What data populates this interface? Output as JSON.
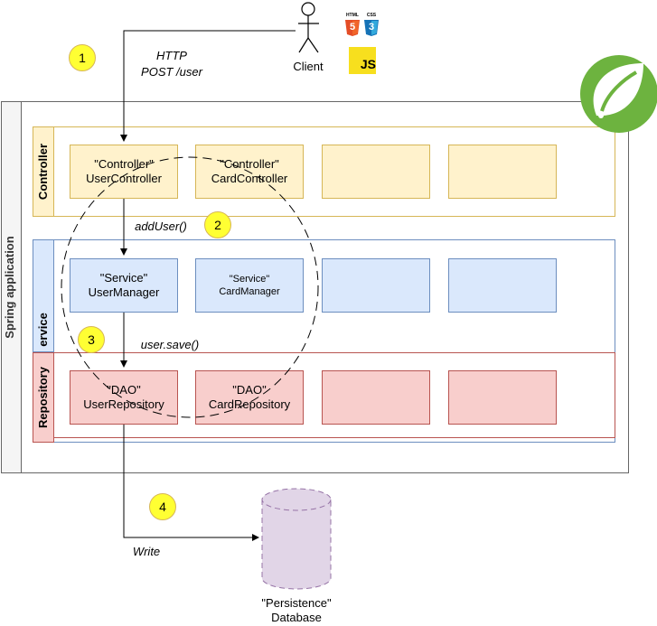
{
  "spring_app": {
    "label": "Spring application"
  },
  "layers": {
    "controller": "Controller",
    "service": "ervice",
    "repository": "Repository"
  },
  "client": {
    "label": "Client"
  },
  "tech_icons": {
    "html5": "HTML",
    "css3": "CSS",
    "js": "JS",
    "html5_num": "5",
    "css3_num": "3"
  },
  "steps": [
    "1",
    "2",
    "3",
    "4"
  ],
  "labels": {
    "http": "HTTP",
    "post": "POST /user",
    "add_user": "addUser()",
    "user_save": "user.save()",
    "write": "Write"
  },
  "controllers": [
    {
      "stereotype": "\"Controller\"",
      "name": "UserController"
    },
    {
      "stereotype": "\"Controller\"",
      "name": "CardController"
    }
  ],
  "services": [
    {
      "stereotype": "\"Service\"",
      "name": "UserManager"
    },
    {
      "stereotype": "\"Service\"",
      "name": "CardManager"
    }
  ],
  "repositories": [
    {
      "stereotype": "\"DAO\"",
      "name": "UserRepository"
    },
    {
      "stereotype": "\"DAO\"",
      "name": "CardRepository"
    }
  ],
  "database": {
    "stereotype": "\"Persistence\"",
    "name": "Database"
  },
  "colors": {
    "controller_fill": "#fff2cc",
    "controller_stroke": "#d6b656",
    "service_fill": "#dae8fc",
    "service_stroke": "#6c8ebf",
    "repository_fill": "#f8cecc",
    "repository_stroke": "#b85450",
    "database_fill": "#e1d5e7",
    "database_stroke": "#9673a6",
    "badge": "#ffff33",
    "spring": "#6db33f"
  }
}
